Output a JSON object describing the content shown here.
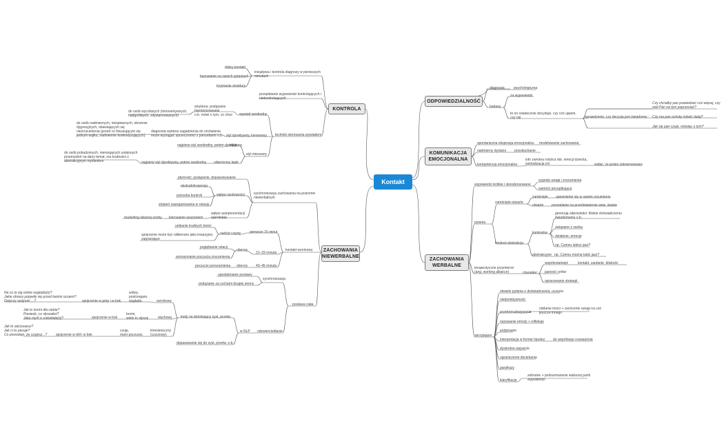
{
  "central": "Kontakt",
  "topics": {
    "kontrola": "KONTROLA",
    "zachowania_niewerbalne": "ZACHOWANIA\nNIEWERBALNE",
    "odpowiedzialnosc": "ODPOWIEDZIALNOŚĆ",
    "komunikacja": "KOMUNIKACJA\nEMOCJONALNA",
    "zachowania_werbalne": "ZACHOWANIA\nWERBALNE"
  },
  "kontrola": {
    "inicjatywa": "inicjatywa i kontrola diagnozy w pierwszych\nminutach",
    "dobry_kontakt": "dobry kontakt",
    "bazowanie": "bazowanie na swoich pytaniach",
    "trzymanie": "trzymanie struktury",
    "przeplatanie": "przeplatanie wypowiedzi kontrolujących i\nniekontrolujących",
    "techniki": "techniki sterowania wywiadem",
    "wywiad_swobodny": "wywiad swobodny",
    "struktura_luzna": "struktura: podążanie\nharmonizowanie\no.b. mówi o tym, co chce",
    "osoby_wycofane": "do osób wycofanych (introwertywnych,\nnadgorliwych, zdystansowanych)",
    "styl_dyrektywny": "styl dyrektywny, kierowany",
    "diagnosta_wybiera": "diagnosta wybiera zagadnienia do omówienia\nmoże wyciągać sprzeczności z potrzebami o.b.",
    "osoby_nadmiernie": "do osób nadmiernych, nieśpiewnych, obronnie\ndygresyjnych, obawiających się\nniezrozumienia (przed co fokusującym się\njednym wątku, nadmiernie konkretyzujących)",
    "styl_mieszany": "styl mieszany",
    "najpierw_swobodny": "najpierw styl swobodny, potem dyrektywny",
    "lejek": "lejek",
    "osoby_pobudzonych": "do osób pobudzonych, niemogących ustalonych\nprzemyśleń na dany temat, ma trudności z\nabstrakcyjnym myśleniem",
    "najpierw_dyrektywny": "najpierw styl dyrektywny, potem swobodny",
    "odwrocony_lejek": "odwrócony lejek"
  },
  "niewerbalne": {
    "synchronizacja": "synchronizacja zachowania na poziomie\nniewerbalnym",
    "plynnosc": "płynność, podążanie, dopasowywanie",
    "ekstra": "ekstra/introwersja",
    "wplyw": "wpływ osobowości",
    "potrzeba": "potrzeba kontroli",
    "stopien": "stopień zaangażowania w relację",
    "wplyw_autoprezentacji": "wpływ autoprezentacji\n(aprobata)",
    "marketing": "marketing własnej osoby",
    "kierowanie": "kierowanie wrażeniem",
    "kontakt_wzrokowy": "kontakt wzrokowy",
    "pierwsze15": "pierwsze 15 minut",
    "nadzyt": "nadżyt częsty",
    "unikanie": "unikanie trudnych treści",
    "spojrzenie": "spojrzenie może być odbierane jako inwazyjne,\nzagrażające",
    "m2133": "21–33 minuta",
    "obecny1": "obecny",
    "pogl": "pogłębianie relacji",
    "wzmacnianie": "wzmacnianie poczucia zrozumienia",
    "m4345": "43–45 minuta",
    "obecny2": "obecny",
    "poczucie": "poczucie porozumienia",
    "postawa": "postawa ciała",
    "synchr2": "synchronizacja",
    "upodobnianie": "upodabnianie postawy",
    "podazanie": "podążanie za ruchami drugiej strony",
    "w_nlp": "w NLP",
    "odzwierciedlanie": "odzwierciedlanie",
    "kody": "kody na dominujący syst. przetw.",
    "wzrokowy": "wzrokowy",
    "widze": "widzę,\npostrzegam,\nwygląda",
    "spojrzenie_gora": "spojrzenie w górę i w bok",
    "pytania_wz": "Na co to wg ciebie wygląda(o)?\nJakie obrazy pojawiły się przed twoimi oczami?\nDotyczy spojrzeć ...?",
    "sluchowy": "słuchowy",
    "brzmi": "brzmi,\nwiele to słyszę",
    "spojrzenie_bok": "spojrzenie w bok",
    "pytania_sl": "Jak to brzmi dla ciebie?\nPowiedz, co słyszałeś?\nJaka myśl ci zaświtała(o)?",
    "kinestetyczny": "kinestetyczny\n(czuciowy)",
    "czuje": "czuję,\nmam poczucie,",
    "spojrzenie_dol": "spojrzenie w dół i w bok",
    "pytania_ki": "Jak to odczuwasz?\nJak ci to pasuje?\nCo powoduje, że czujesz...?",
    "dopasowanie": "dopasowanie się do syst. przetw. o.b."
  },
  "odpowiedzialnosc": {
    "diagnosta": "diagnosta",
    "psychologiczna": "psychologiczna",
    "badany": "badany",
    "za_wypowiedzi": "za wypowiedzi",
    "to_on": "to on ostatecznie decyduje, czy coś ujawni,\nczy nie",
    "sprawdzenie": "sprawdzenie, czy decyzja jest świadoma:",
    "q1": "Czy chciałby pan powiedzieć coś więcej, czy\nwoli Pan na tym poprzestać?",
    "q2": "Czy ma pan ochotę mówić dalej?",
    "q3": "Jak się pan czuje, mówiąc o tym?"
  },
  "komunikacja": {
    "spontaniczna": "spontaniczna ekspresja emocjonalna",
    "modelowanie": "modelowanie zachowania",
    "nadmierny": "nadmierny dystans",
    "przesluchanie": "przesłuchanie",
    "kompetencja": "kompetencja emocjonalna",
    "info": "info zwrotna rodzica dot. emocji dziecka,\nwerbalizacja ich",
    "widac": "widać, że jestes zdenerwowany"
  },
  "werbalne": {
    "wypowiedzi": "wypowiedzi krótkie i skondensowane",
    "sygnaly": "sygnały uwagi i zrozumienia",
    "wartosc": "wartość porządkująca",
    "pytania": "pytania",
    "zamkniete_otwarte": "zamknięte-otwarte",
    "zamkniete": "zamknięte",
    "upewnianie": "upewnienie się w swoim rozumieniu",
    "otwarte": "otwarte",
    "pozwalanie": "pozwalanie na przedstawienie wew. świata",
    "konkret_abstr": "konkret-abstrakcja",
    "konkretne": "konkretne",
    "generuja": "generują odpowiedzi: bliskie doświadczeniu\nświadomemu o.b.",
    "zwiazane": "związane z osobą",
    "dzialanie": "działanie, emocje",
    "np_czemu": "np. Czemu lubisz jazz?",
    "abstrakcyjne": "abstrakcyjne",
    "np_czemu2": "np. Czemu można lubić jazz?",
    "terapeutyczne": "terapeutyczne przymierze\n(ang. working alliance)",
    "charakter": "charakter:",
    "wspolnota": "wspólnota/więź",
    "kontakt_zaufanie": "kontakt, zaufanie, bliskość",
    "jasnosc": "jasność celów",
    "opracowanie": "opracowanie strategii",
    "sprzyjajace": "sprzyjające:",
    "otwarte_pytania": "otwarte pytania o doświadczenia, uczucia",
    "nadyrektywnosc": "niedyrektywność",
    "przeformulowanie": "przeformułowywanie",
    "oddanie": "oddanie treści + zwrócenie uwagi na coś\njeszcze innego",
    "nazywanie": "nazywanie emocji + refleksje",
    "podpisanie": "podpisanie",
    "interpretacje": "interpretacje w formie hipotez",
    "do_wspolnego": "do wspólnego rozważenia",
    "dyskretne": "dyskretne wsparcie",
    "ograniczenie": "ograniczenie dociekania",
    "parafrazy": "parafrazy",
    "klaryfikacje": "klaryfikacje",
    "zebranie": "zebranie + podsumowanie większej partii\nwypowiedzi"
  },
  "colors": {
    "central": "#1b88d6",
    "topic_bg": "#e8e8e8",
    "line": "#555555",
    "text": "#444444"
  }
}
